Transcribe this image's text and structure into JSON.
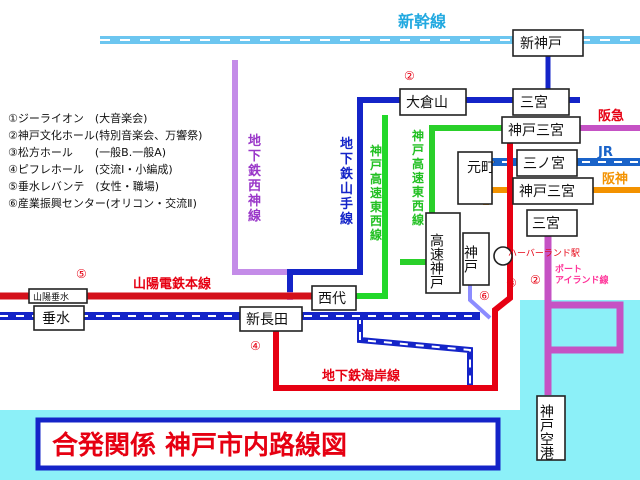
{
  "title": "合発関係 神戸市内路線図",
  "colors": {
    "shinkansen": "#6cc6f0",
    "hankyu": "#c552c4",
    "jr": "#1a63c9",
    "hanshin": "#f39200",
    "yamate": "#1424c8",
    "kaigan": "#e60012",
    "seishin": "#c48ce8",
    "sanyo": "#d4101a",
    "kosoku_tozai": "#22d82a",
    "kosoku_namboku": "#2ad02a",
    "portliner": "#c552c4",
    "sea": "#8cf0f8",
    "title_text": "#e60012",
    "title_border": "#1424c8",
    "circle_num": "#e60012"
  },
  "lines": {
    "shinkansen": "新幹線",
    "hankyu": "阪急",
    "jr": "JR",
    "hanshin": "阪神",
    "seishin": "地下鉄西神線",
    "yamate": "地下鉄山手線",
    "kosoku_tozai": "神戸高速東西線",
    "kosoku_tozai2": "神戸高速東西線",
    "sanyo": "山陽電鉄本線",
    "kaigan": "地下鉄海岸線",
    "portliner": "ポートアイランド線"
  },
  "stations": {
    "shin_kobe": "新神戸",
    "okurayama": "大倉山",
    "sannomiya_yamate": "三宮",
    "kobe_sannomiya_hankyu": "神戸三宮",
    "sannomiya_jr": "三ノ宮",
    "kobe_sannomiya_hanshin": "神戸三宮",
    "sannomiya_port": "三宮",
    "motomachi": "元町",
    "kosoku_kobe": "高速神戸",
    "kobe": "神戸",
    "harborland": "ハーバーランド駅",
    "saidai": "西代",
    "shin_nagata": "新長田",
    "tarumi": "垂水",
    "sanyo_tarumi": "山陽垂水",
    "kobe_airport": "神戸空港"
  },
  "numbers": {
    "n1": "①",
    "n2": "②",
    "n3": "③",
    "n4": "④",
    "n5": "⑤",
    "n6": "⑥"
  },
  "venues": [
    "①ジーライオン　(大音楽会)",
    "②神戸文化ホール(特別音楽会、万響祭)",
    "③松方ホール　　(一般B.一般A)",
    "④ピフレホール　(交流Ⅰ・小編成)",
    "⑤垂水レバンテ　(女性・職場)",
    "⑥産業振興センター(オリコン・交流Ⅱ)"
  ]
}
